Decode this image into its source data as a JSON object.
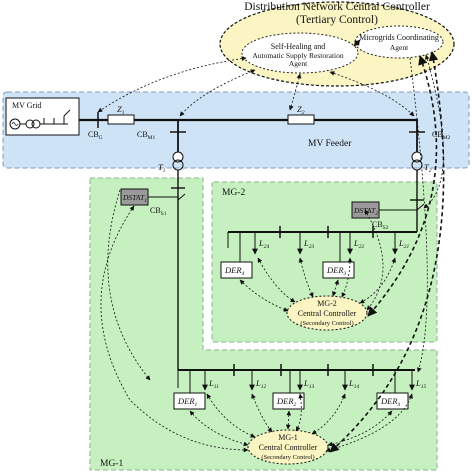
{
  "dncc": {
    "title_line1": "Distribution Network Central Controller",
    "title_line2": "(Tertiary Control)",
    "agent_shsr_line1": "Self-Healing and",
    "agent_shsr_line2": "Automatic Supply Restoration",
    "agent_shsr_line3": "Agent",
    "agent_mca_line1": "Microgrids Coordinating",
    "agent_mca_line2": "Agent"
  },
  "mv": {
    "grid_label": "MV Grid",
    "feeder_label": "MV Feeder",
    "cb_g": "CB",
    "cb_g_sub": "G",
    "z1": "Z",
    "z1_sub": "1",
    "z2": "Z",
    "z2_sub": "2",
    "cb_m1": "CB",
    "cb_m1_sub": "M1",
    "cb_m2": "CB",
    "cb_m2_sub": "M2",
    "t1": "T",
    "t1_sub": "1",
    "t2": "T",
    "t2_sub": "2"
  },
  "mg2": {
    "label": "MG-2",
    "dstat": "DSTAT",
    "dstat_sub": "2",
    "cb": "CB",
    "cb_sub": "S2",
    "loads": [
      {
        "main": "L",
        "sub": "24"
      },
      {
        "main": "L",
        "sub": "23"
      },
      {
        "main": "L",
        "sub": "22"
      },
      {
        "main": "L",
        "sub": "21"
      }
    ],
    "ders": [
      {
        "main": "DER",
        "sub": "4"
      },
      {
        "main": "DER",
        "sub": "3"
      }
    ],
    "ctrl_line1": "MG-2",
    "ctrl_line2": "Central Controller",
    "ctrl_line3": "(Secondary Control)"
  },
  "mg1": {
    "label": "MG-1",
    "dstat": "DSTAT",
    "dstat_sub": "1",
    "cb": "CB",
    "cb_sub": "S1",
    "loads": [
      {
        "main": "L",
        "sub": "11"
      },
      {
        "main": "L",
        "sub": "12"
      },
      {
        "main": "L",
        "sub": "13"
      },
      {
        "main": "L",
        "sub": "14"
      },
      {
        "main": "L",
        "sub": "15"
      }
    ],
    "ders": [
      {
        "main": "DER",
        "sub": "1"
      },
      {
        "main": "DER",
        "sub": "2"
      },
      {
        "main": "DER",
        "sub": "3"
      }
    ],
    "ctrl_line1": "MG-1",
    "ctrl_line2": "Central Controller",
    "ctrl_line3": "(Secondary Control)"
  },
  "colors": {
    "feeder_band": "#cfe3f6",
    "feeder_border": "#7a9cc0",
    "microgrid_fill": "#c6f0c0",
    "microgrid_border": "#8ab58a",
    "controller_fill": "#faf5c2",
    "agent_fill": "#ffffff",
    "dstat_fill": "#9a9a9a"
  }
}
